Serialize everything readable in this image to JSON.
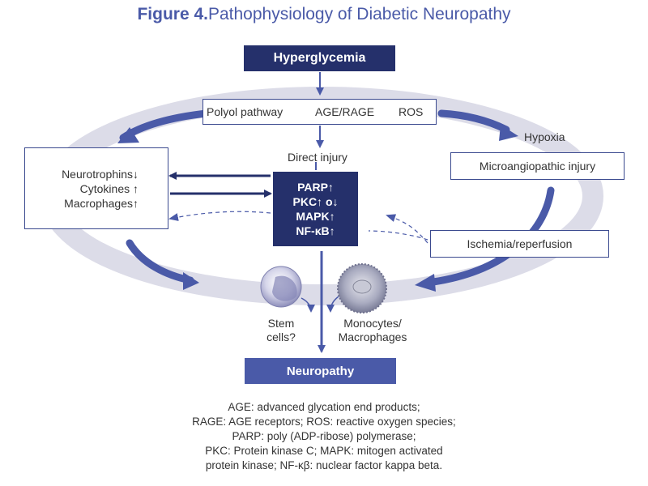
{
  "figure_title_prefix": "Figure 4.",
  "figure_title_text": "Pathophysiology of Diabetic Neuropathy",
  "hyperglycemia": "Hyperglycemia",
  "pathway_row": {
    "polyol": "Polyol pathway",
    "age_rage": "AGE/RAGE",
    "ros": "ROS"
  },
  "direct_injury": "Direct injury",
  "hypoxia": "Hypoxia",
  "left_box": {
    "neurotrophins": "Neurotrophins↓",
    "cytokines": "Cytokines ↑",
    "macrophages": "Macrophages↑"
  },
  "center_box": {
    "parp": "PARP↑",
    "pkc": "PKC↑ o↓",
    "mapk": "MAPK↑",
    "nfkb": "NF-κB↑"
  },
  "microangiopathic": "Microangiopathic injury",
  "ischemia": "Ischemia/reperfusion",
  "stem_cells": [
    "Stem",
    "cells?"
  ],
  "monocytes": [
    "Monocytes/",
    "Macrophages"
  ],
  "neuropathy": "Neuropathy",
  "footnote": [
    "AGE: advanced glycation end products;",
    "RAGE: AGE receptors; ROS: reactive oxygen species;",
    "PARP: poly (ADP-ribose) polymerase;",
    "PKC: Protein kinase C; MAPK: mitogen activated",
    "protein kinase; NF-κβ: nuclear factor kappa beta."
  ],
  "colors": {
    "navy": "#25306b",
    "accent_blue": "#4a5aa8",
    "ellipse_gray": "#dcdce8"
  }
}
